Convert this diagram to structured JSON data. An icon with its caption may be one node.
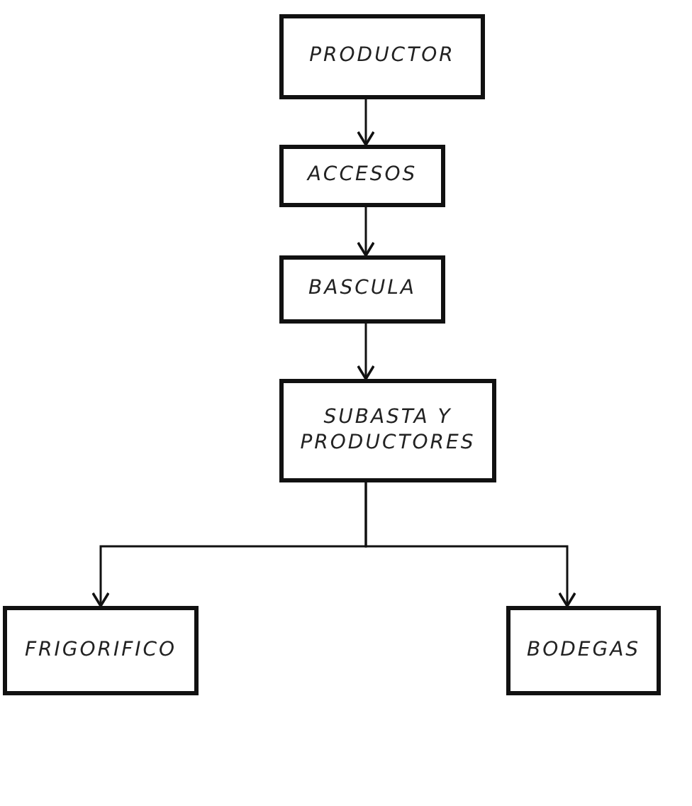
{
  "diagram": {
    "nodes": [
      {
        "text": [
          "PRODUCTOR"
        ]
      },
      {
        "text": [
          "ACCESOS"
        ]
      },
      {
        "text": [
          "BASCULA"
        ]
      },
      {
        "text": [
          "SUBASTA Y PRODUCTORES"
        ]
      },
      {
        "text": [
          "FRIGORIFICO"
        ]
      },
      {
        "text": [
          "BODEGAS"
        ]
      }
    ],
    "edges": [
      {
        "from": 0,
        "to": 1,
        "arrow": "to"
      },
      {
        "from": 1,
        "to": 2,
        "arrow": "to"
      },
      {
        "from": 2,
        "to": 3,
        "arrow": "to"
      },
      {
        "from": 3,
        "to": 4,
        "arrow": "to"
      },
      {
        "from": 3,
        "to": 5,
        "arrow": "to"
      }
    ]
  }
}
